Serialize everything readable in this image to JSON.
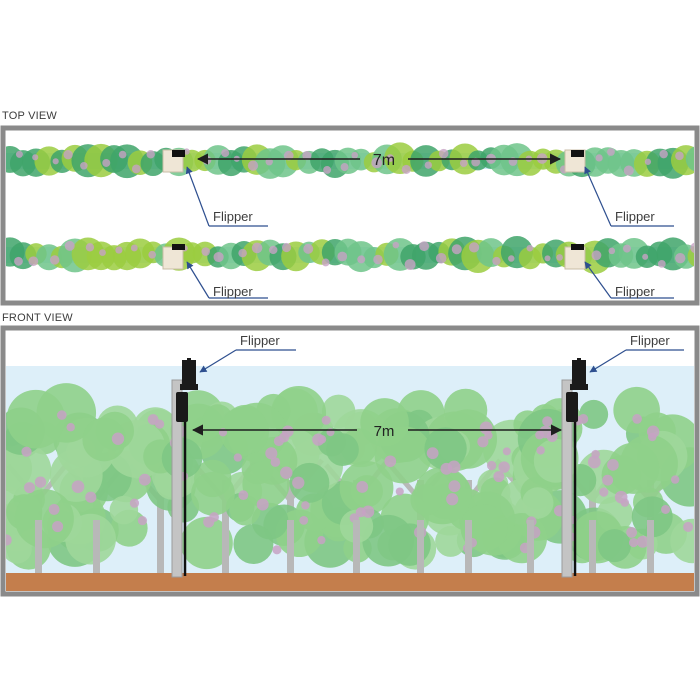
{
  "top_view": {
    "heading": "TOP VIEW"
  },
  "front_view": {
    "heading": "FRONT VIEW"
  },
  "device_label": "Flipper",
  "distance_label": "7m",
  "colors": {
    "frame": "#8a8a8a",
    "canopy_light": "#6fc48a",
    "canopy_dark": "#3fa56a",
    "lime": "#9bcc3f",
    "fruit": "#c7a2c4",
    "sky": "#ddeff9",
    "soil": "#c47e4c",
    "pole": "#b9b9b9",
    "pointer": "#2e4f8f"
  },
  "icons": [
    "flipper-device-icon",
    "double-arrow-icon",
    "tree-canopy-icon",
    "pole-icon"
  ]
}
